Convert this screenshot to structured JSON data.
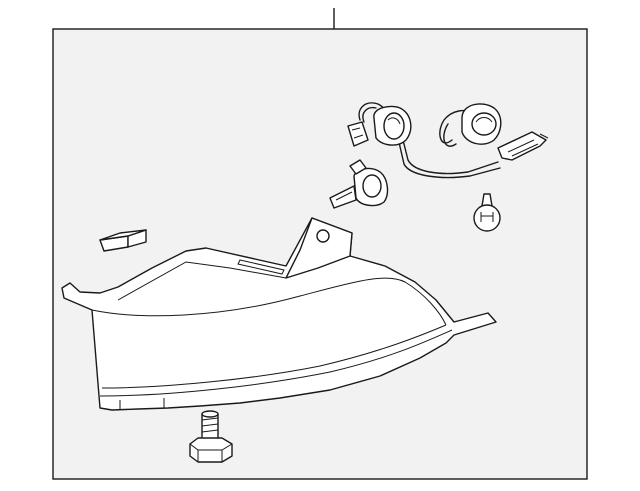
{
  "diagram": {
    "background": "#ffffff",
    "frame_fill": "#f2f2f2",
    "line_color": "#1a1a1a",
    "parts": [
      "leader-line",
      "lamp-housing",
      "retainer-clip",
      "wiring-harness",
      "bulb-socket-left",
      "bulb-socket-right",
      "harness-connector",
      "wedge-bulb",
      "round-bulb",
      "mounting-bolt"
    ]
  }
}
